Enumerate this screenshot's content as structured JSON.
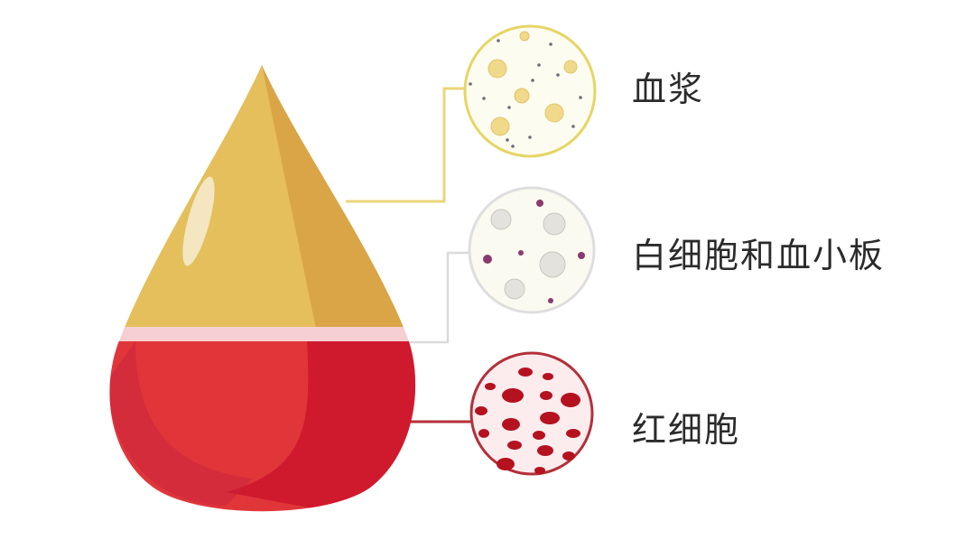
{
  "labels": {
    "plasma": "血浆",
    "wbc_platelets": "白细胞和血小板",
    "rbc": "红细胞"
  },
  "colors": {
    "plasma": "#e4bf5c",
    "plasma_shade": "#d9a546",
    "band": "#f6cfd2",
    "rbc": "#e0363a",
    "rbc_shade": "#cf1a2e",
    "plasma_line": "#e8d77a",
    "wbc_line": "#d8d8d8",
    "rbc_line": "#b3303a"
  }
}
